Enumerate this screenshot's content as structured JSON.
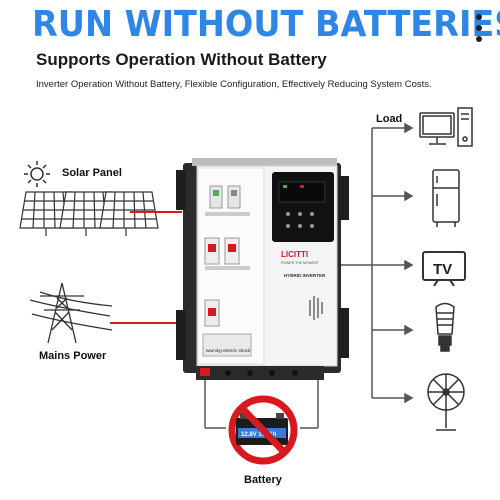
{
  "header": {
    "headline": "RUN WITHOUT BATTERIES",
    "subheadline": "Supports Operation Without Battery",
    "description": "Inverter Operation Without Battery, Flexible Configuration, Effectively Reducing System Costs."
  },
  "labels": {
    "solar": "Solar Panel",
    "mains": "Mains Power",
    "load": "Load",
    "battery": "Battery",
    "tv": "TV"
  },
  "inverter": {
    "brand": "LICITTI",
    "tagline": "POWER THE MOMENT",
    "model": "HYBRID INVERTER",
    "warning": "warning electric shock",
    "battery_label": "12.8V 314Ah"
  },
  "colors": {
    "accent": "#2f86e6",
    "line": "#555555",
    "red": "#d71920"
  }
}
